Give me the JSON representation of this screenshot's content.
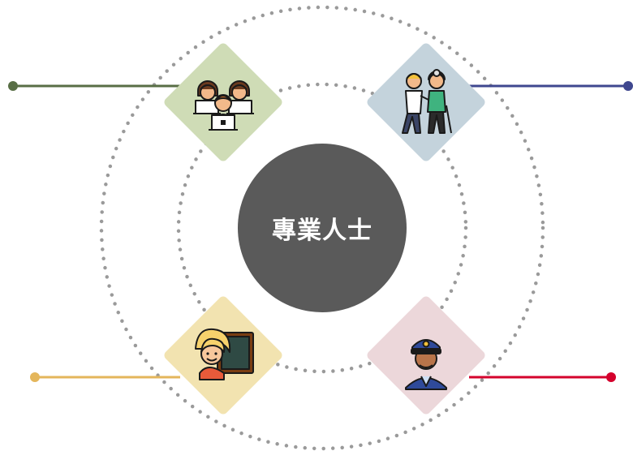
{
  "hub": {
    "label": "專業人士",
    "color": "#5a5a5a",
    "ring_color": "#9a9a9a"
  },
  "nodes": [
    {
      "id": "office-workers",
      "icon": "office-workers-laptops-icon",
      "tile_color": "#cfdcb6",
      "connector_color": "#586e45"
    },
    {
      "id": "caregiver",
      "icon": "caregiver-elderly-icon",
      "tile_color": "#c4d3dc",
      "connector_color": "#3f478f"
    },
    {
      "id": "teacher",
      "icon": "teacher-chalkboard-icon",
      "tile_color": "#f2e3b0",
      "connector_color": "#e4b65b"
    },
    {
      "id": "police",
      "icon": "police-officer-icon",
      "tile_color": "#ecd7da",
      "connector_color": "#d4002c"
    }
  ]
}
